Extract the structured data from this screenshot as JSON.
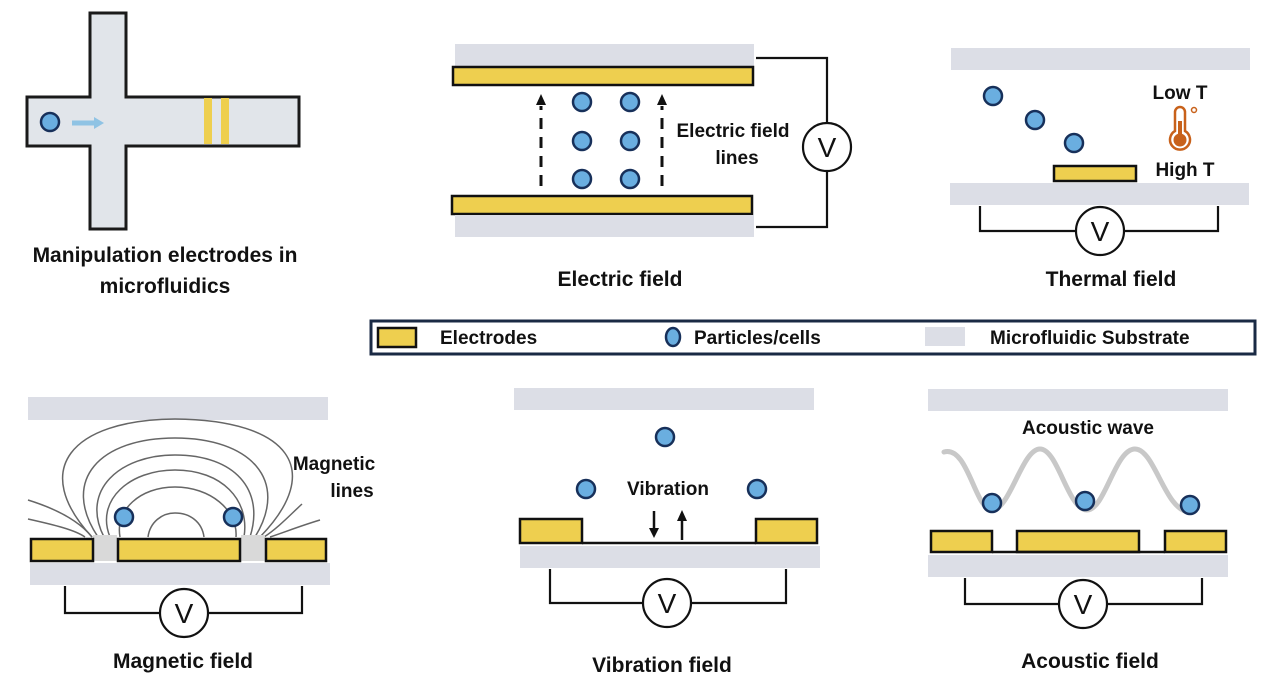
{
  "panels": {
    "microfluidics": {
      "caption_line1": "Manipulation electrodes in",
      "caption_line2": "microfluidics"
    },
    "electric": {
      "caption": "Electric field",
      "annotation_line1": "Electric field",
      "annotation_line2": "lines",
      "voltage_symbol": "V"
    },
    "thermal": {
      "caption": "Thermal field",
      "low_label": "Low T",
      "high_label": "High T",
      "voltage_symbol": "V"
    },
    "magnetic": {
      "caption": "Magnetic field",
      "annotation_line1": "Magnetic",
      "annotation_line2": "lines",
      "voltage_symbol": "V"
    },
    "vibration": {
      "caption": "Vibration field",
      "annotation": "Vibration",
      "voltage_symbol": "V"
    },
    "acoustic": {
      "caption": "Acoustic field",
      "annotation": "Acoustic wave",
      "voltage_symbol": "V"
    }
  },
  "legend": {
    "items": [
      {
        "label": "Electrodes",
        "swatch": "electrode"
      },
      {
        "label": "Particles/cells",
        "swatch": "particle"
      },
      {
        "label": "Microfluidic Substrate",
        "swatch": "substrate"
      }
    ]
  },
  "colors": {
    "electrode": "#eecf4f",
    "particle": "#6aaee0",
    "particle_outline": "#17305a",
    "substrate": "#dcdee6",
    "thermometer": "#c8611a",
    "flow_arrow": "#8fc3e4",
    "legend_border": "#1a2a44"
  }
}
